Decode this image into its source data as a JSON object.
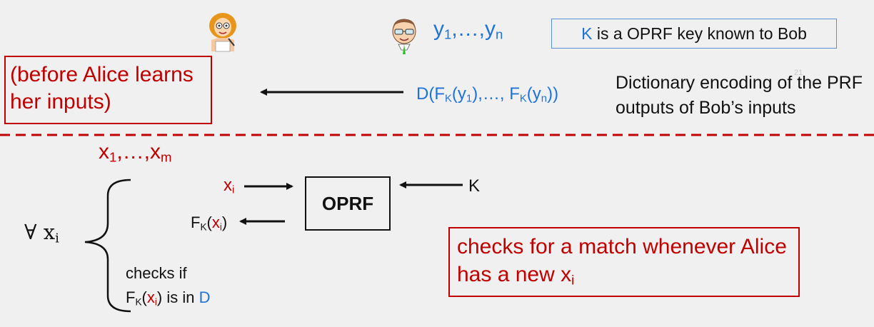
{
  "top": {
    "y_list": {
      "base": "y",
      "sub1": "1",
      "sep": ",…,",
      "subn": "n"
    },
    "key_note": {
      "K": "K",
      "rest": " is a OPRF key known to Bob"
    }
  },
  "before_note": "(before Alice learns her inputs)",
  "dictionary": {
    "D": "D(",
    "F1": "F",
    "Ksub": "K",
    "y": "y",
    "sub1": "1",
    "mid": "),…, ",
    "subn": "n",
    "close": "))",
    "caption": "Dictionary encoding of the PRF outputs of Bob’s inputs"
  },
  "slide_number": "21",
  "bottom": {
    "x_list": {
      "base": "x",
      "sub1": "1",
      "sep": ",…,",
      "subm": "m"
    },
    "xi": {
      "base": "x",
      "sub": "i"
    },
    "fkxi": {
      "F": "F",
      "Ksub": "K",
      "open": "(",
      "x": "x",
      "i": "i",
      "close": ")"
    },
    "oprf_label": "OPRF",
    "K_input": "K",
    "forall": {
      "symbol": "∀ x",
      "sub": "i"
    },
    "checks": {
      "line1": "checks if",
      "F": "F",
      "Ksub": "K",
      "open": "(",
      "x": "x",
      "i": "i",
      "mid": ") is in ",
      "D": "D"
    },
    "match_note": {
      "text": "checks for a match whenever Alice has a new x",
      "sub": "i"
    }
  },
  "colors": {
    "blue": "#1f73d6",
    "red": "#c00000",
    "background": "#f0f0f0"
  },
  "icons": {
    "alice": "alice-cartoon-icon",
    "bob": "bob-cartoon-icon"
  }
}
